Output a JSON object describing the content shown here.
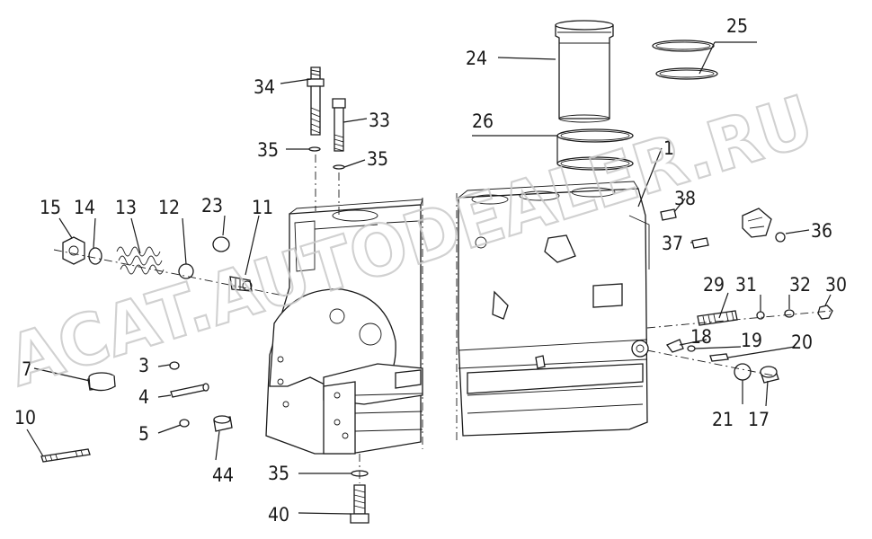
{
  "watermark": "ACAT.AUTODEALER.RU",
  "callouts": [
    "1",
    "3",
    "4",
    "5",
    "7",
    "10",
    "11",
    "12",
    "13",
    "14",
    "15",
    "17",
    "18",
    "19",
    "20",
    "21",
    "23",
    "24",
    "25",
    "26",
    "29",
    "30",
    "31",
    "32",
    "33",
    "34",
    "35",
    "35",
    "35",
    "36",
    "37",
    "38",
    "40",
    "44"
  ]
}
